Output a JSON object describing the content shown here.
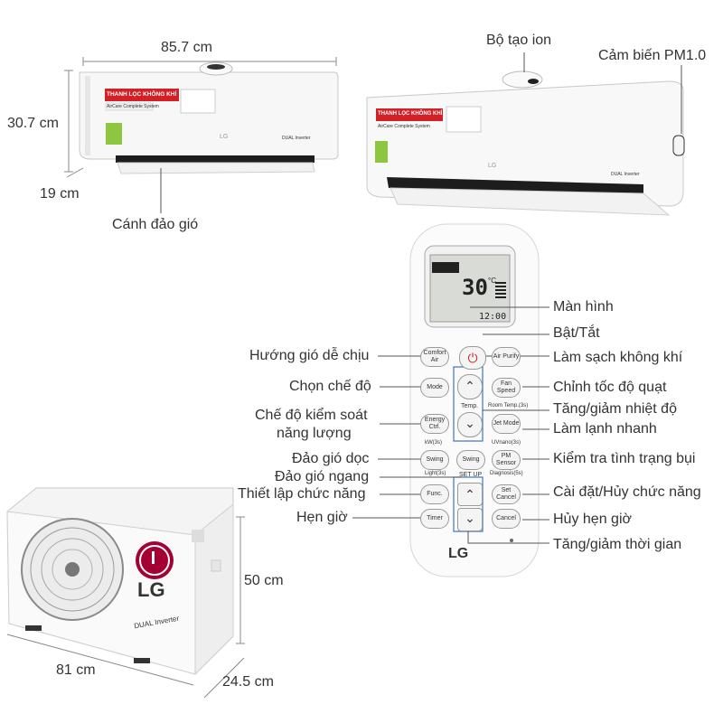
{
  "indoor_unit": {
    "width": "85.7 cm",
    "height": "30.7 cm",
    "depth": "19 cm",
    "flap_label": "Cánh đảo gió",
    "banner": "THANH LỌC KHÔNG KHÍ",
    "badge": "AirCare Complete System",
    "model_text": "DUAL Inverter",
    "brand": "LG"
  },
  "sensor_callouts": {
    "ionizer": "Bộ tạo ion",
    "pm_sensor": "Cảm biến PM1.0"
  },
  "remote": {
    "display_temp": "30",
    "display_unit": "°C",
    "display_clock": "12:00",
    "buttons": {
      "comfort": "Comfort Air",
      "air_purify": "Air Purify",
      "mode": "Mode",
      "fan_speed": "Fan Speed",
      "temp": "Temp.",
      "energy": "Energy Ctrl.",
      "jet_mode": "Jet Mode",
      "swing_v": "Swing",
      "swing_h": "Swing",
      "pm_sensor": "PM Sensor",
      "func": "Func.",
      "set_cancel": "Set Cancel",
      "timer": "Timer",
      "cancel": "Cancel"
    },
    "sublabels": {
      "room_temp": "Room Temp.(3s)",
      "kw": "kW(3s)",
      "uvnano": "UVnano(3s)",
      "light": "Light(3s)",
      "set_up": "SET UP",
      "diagnosis": "Diagnosis(5s)"
    },
    "brand": "LG"
  },
  "callouts_left": {
    "comfort": "Hướng gió dễ chịu",
    "mode": "Chọn chế độ",
    "energy_line1": "Chế độ kiểm soát",
    "energy_line2": "năng lượng",
    "swing_v": "Đảo gió dọc",
    "swing_h": "Đảo gió ngang",
    "func": "Thiết lập chức năng",
    "timer": "Hẹn giờ"
  },
  "callouts_right": {
    "screen": "Màn hình",
    "power": "Bật/Tắt",
    "air_purify": "Làm sạch không khí",
    "fan_speed": "Chỉnh tốc độ quạt",
    "temp": "Tăng/giảm nhiệt độ",
    "jet_mode": "Làm lạnh nhanh",
    "pm_sensor": "Kiểm tra tình trạng bụi",
    "set_cancel": "Cài đặt/Hủy chức năng",
    "cancel": "Hủy hẹn giờ",
    "time_adjust": "Tăng/giảm thời gian"
  },
  "outdoor_unit": {
    "height": "50 cm",
    "width": "81 cm",
    "depth": "24.5 cm",
    "brand": "LG",
    "model_text": "DUAL Inverter"
  }
}
